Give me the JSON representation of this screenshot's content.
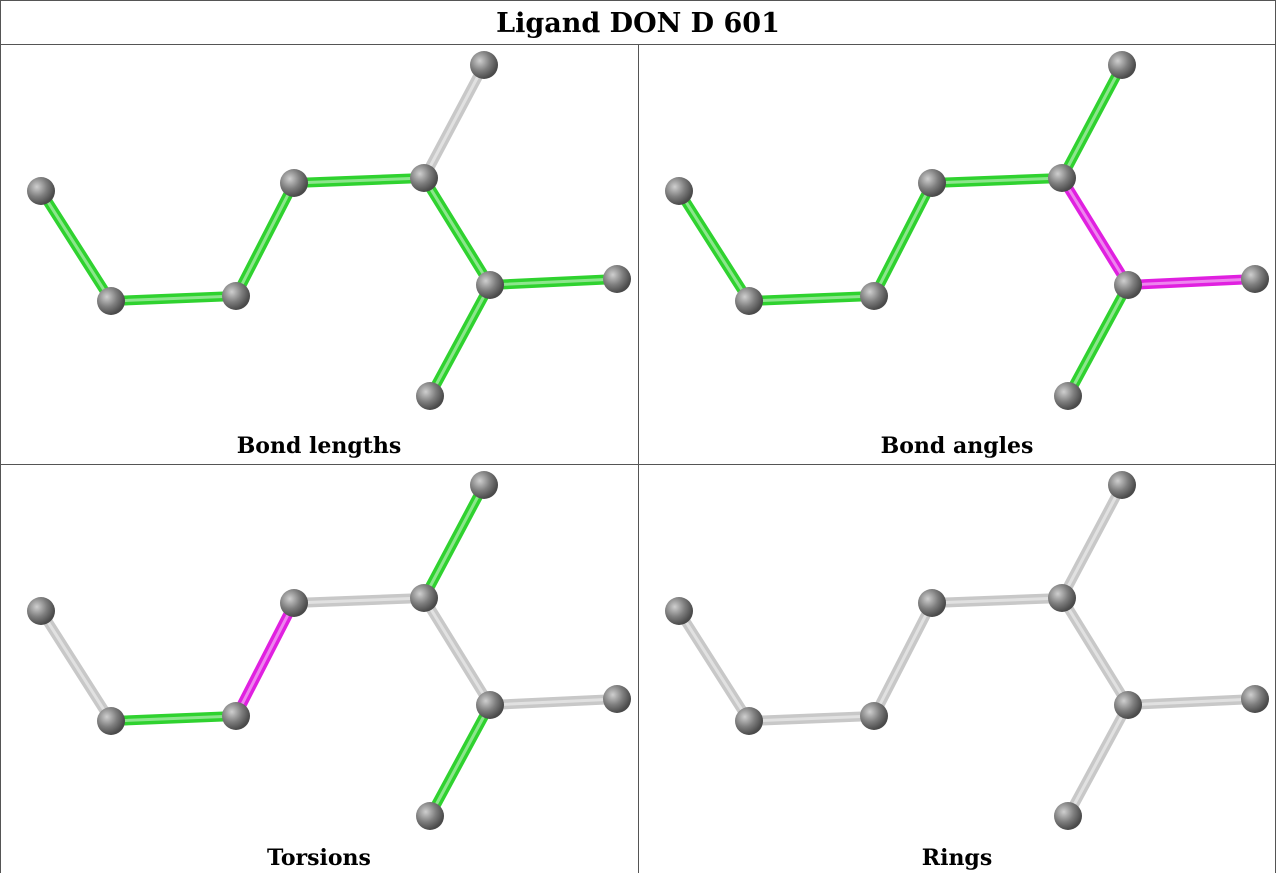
{
  "title": "Ligand DON D 601",
  "colors": {
    "green": "#2fd22f",
    "magenta": "#e020e0",
    "grey_bond": "#c8c8c8",
    "atom": "#7f7f7f",
    "border": "#555555"
  },
  "panels": [
    {
      "caption": "Bond lengths",
      "bond_colors": [
        "green",
        "green",
        "green",
        "green",
        "green",
        "grey",
        "green",
        "green",
        "green"
      ]
    },
    {
      "caption": "Bond angles",
      "bond_colors": [
        "green",
        "green",
        "green",
        "green",
        "green",
        "green",
        "magenta",
        "magenta",
        "green"
      ]
    },
    {
      "caption": "Torsions",
      "bond_colors": [
        "grey",
        "grey",
        "green",
        "magenta",
        "grey",
        "green",
        "grey",
        "grey",
        "green"
      ]
    },
    {
      "caption": "Rings",
      "bond_colors": [
        "grey",
        "grey",
        "grey",
        "grey",
        "grey",
        "grey",
        "grey",
        "grey",
        "grey"
      ]
    }
  ]
}
